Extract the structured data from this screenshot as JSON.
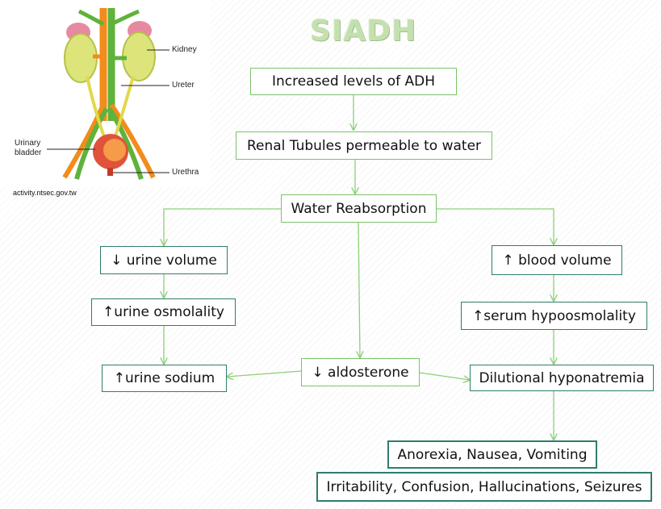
{
  "title": "SIADH",
  "source": "activity.ntsec.gov.tw",
  "illustration_labels": {
    "kidney": "Kidney",
    "ureter": "Ureter",
    "bladder_line1": "Urinary",
    "bladder_line2": "bladder",
    "urethra": "Urethra"
  },
  "nodes": {
    "adh": "Increased levels of ADH",
    "tubules": "Renal Tubules permeable to water",
    "reabsorption": "Water Reabsorption",
    "urine_volume": "↓ urine volume",
    "urine_osmolality": "↑urine osmolality",
    "urine_sodium": "↑urine sodium",
    "aldosterone": "↓ aldosterone",
    "blood_volume": "↑ blood volume",
    "serum_hypo": "↑serum hypoosmolality",
    "dilutional": "Dilutional hyponatremia",
    "anorexia": "Anorexia, Nausea, Vomiting",
    "irritability": "Irritability, Confusion, Hallucinations, Seizures"
  },
  "colors": {
    "arrow": "#8ccf7a",
    "green_border": "#7cc36b",
    "teal_border": "#2e7d6d",
    "title": "#c5e0b0"
  }
}
